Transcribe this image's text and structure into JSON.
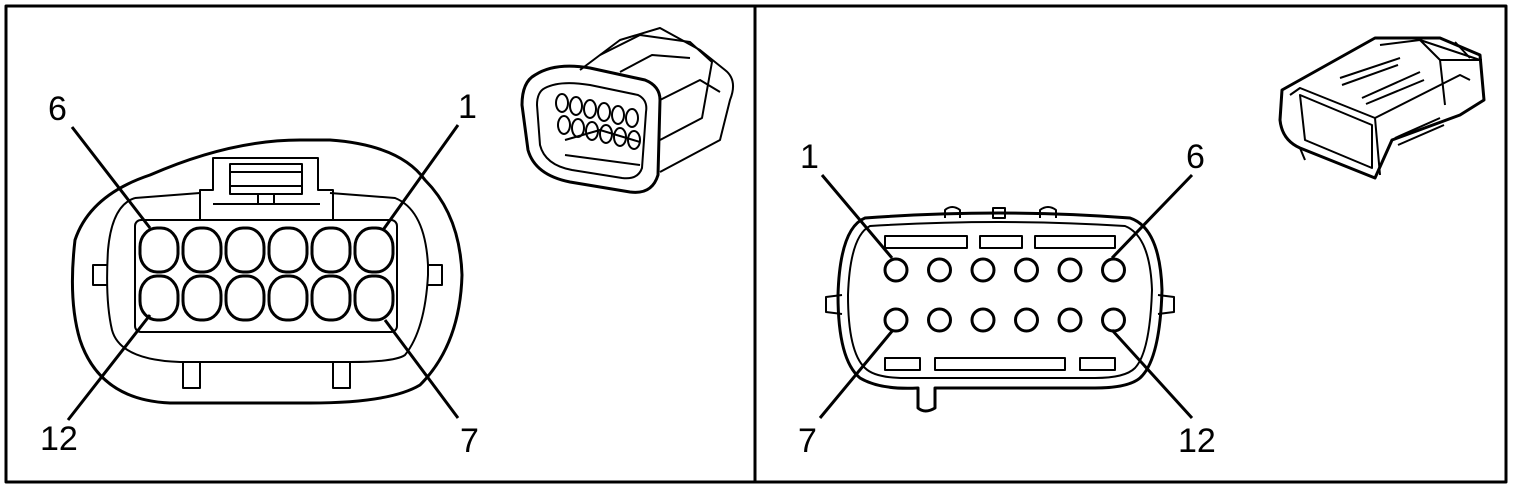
{
  "panels": [
    {
      "id": "female",
      "pin_labels": {
        "top_left": "6",
        "top_right": "1",
        "bottom_left": "12",
        "bottom_right": "7"
      }
    },
    {
      "id": "male",
      "pin_labels": {
        "top_left": "1",
        "top_right": "6",
        "bottom_left": "7",
        "bottom_right": "12"
      }
    }
  ]
}
